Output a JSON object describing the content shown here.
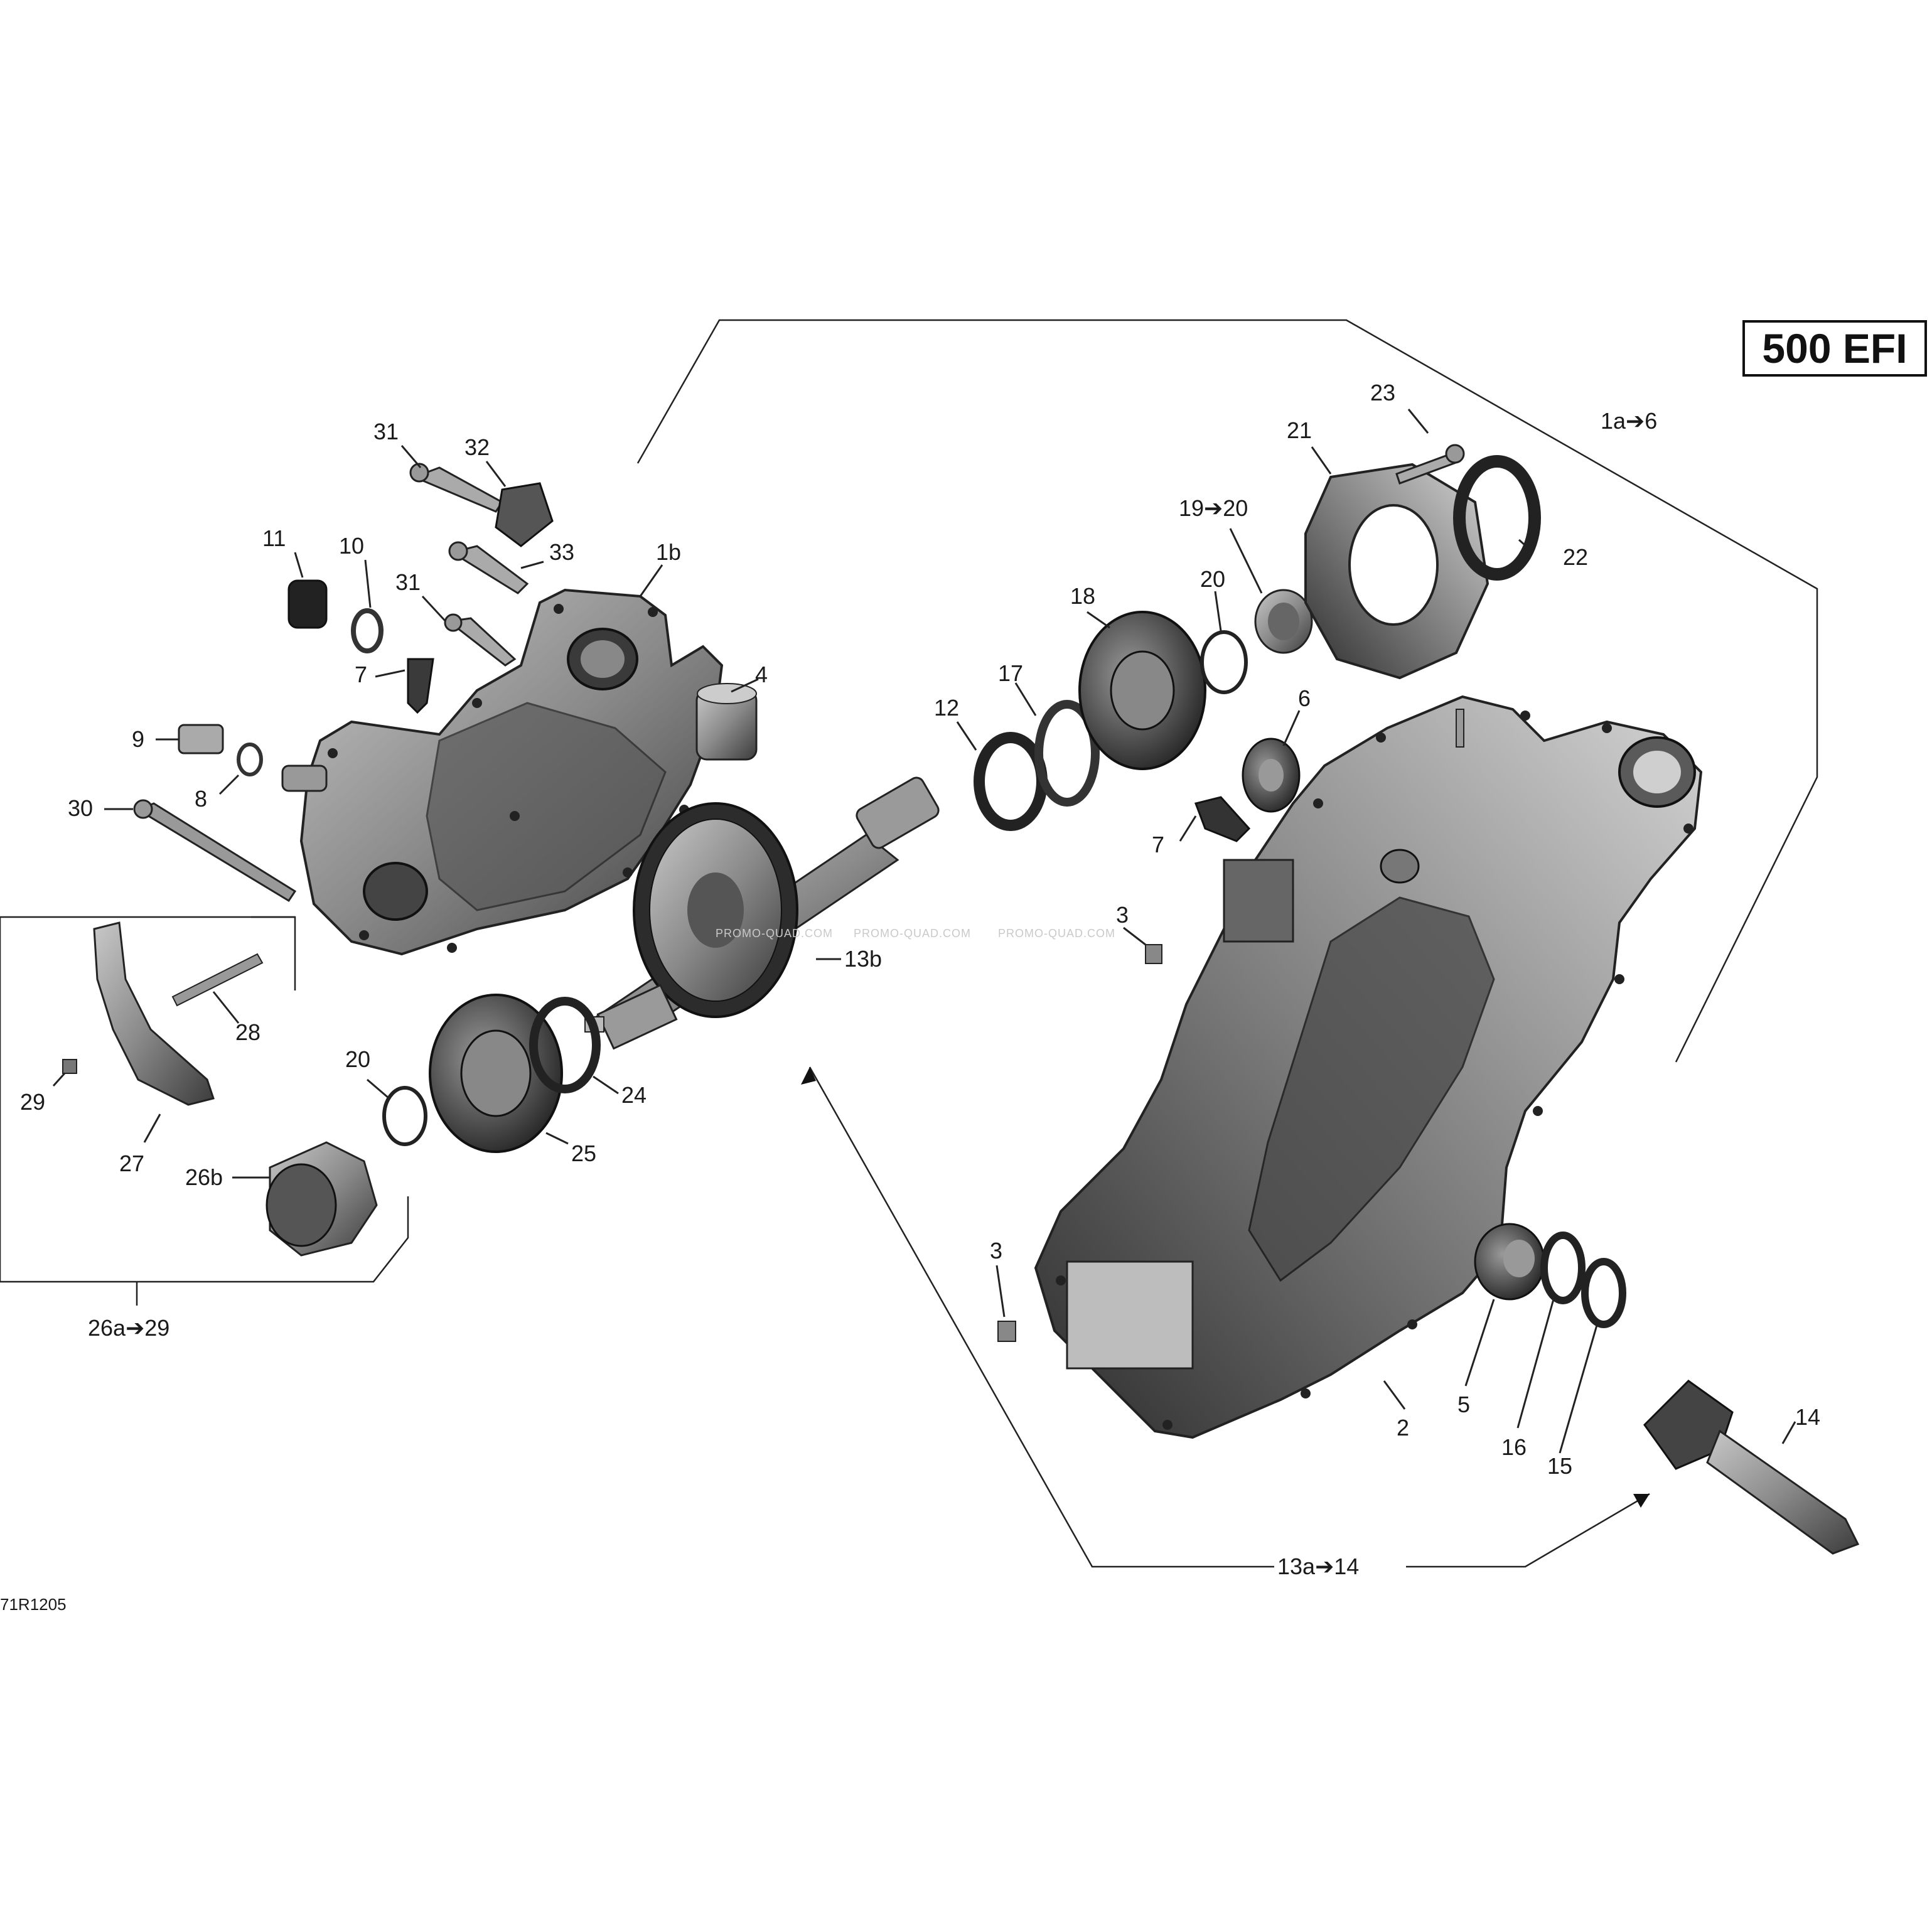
{
  "model_badge": "500 EFI",
  "figure_code": "71R1205",
  "watermark": "PROMO-QUAD.COM",
  "labels": {
    "l_31a": "31",
    "l_32": "32",
    "l_11": "11",
    "l_10": "10",
    "l_33": "33",
    "l_1b": "1b",
    "l_31b": "31",
    "l_7a": "7",
    "l_4": "4",
    "l_9": "9",
    "l_8": "8",
    "l_30": "30",
    "l_28": "28",
    "l_29": "29",
    "l_27": "27",
    "l_20a": "20",
    "l_26b": "26b",
    "l_24": "24",
    "l_25": "25",
    "l_26a29": "26a➔29",
    "l_13b": "13b",
    "l_12": "12",
    "l_17": "17",
    "l_18": "18",
    "l_20b": "20",
    "l_1920": "19➔20",
    "l_21": "21",
    "l_23": "23",
    "l_22": "22",
    "l_1a6": "1a➔6",
    "l_6": "6",
    "l_7b": "7",
    "l_3a": "3",
    "l_3b": "3",
    "l_2": "2",
    "l_5": "5",
    "l_16": "16",
    "l_15": "15",
    "l_14": "14",
    "l_13a14": "13a➔14"
  }
}
